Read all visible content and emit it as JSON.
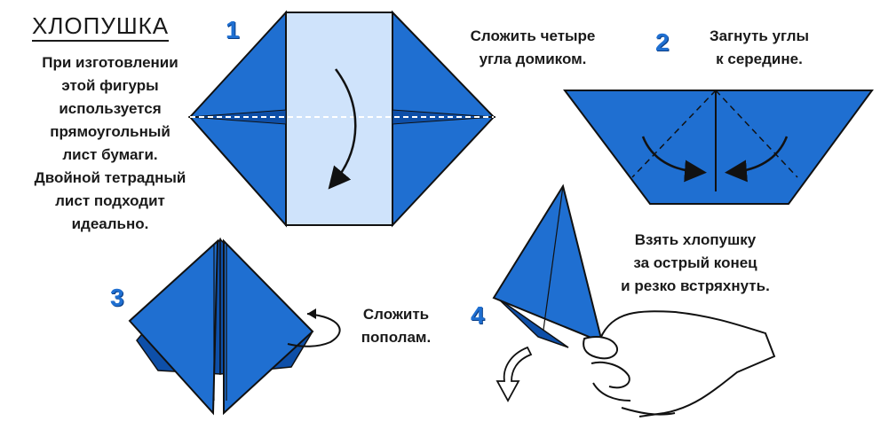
{
  "title": "ХЛОПУШКА",
  "intro_lines": [
    "При изготовлении",
    "этой фигуры",
    "используется",
    "прямоугольный",
    "лист бумаги.",
    "Двойной тетрадный",
    "лист  подходит",
    "идеально."
  ],
  "steps": [
    {
      "number": "1",
      "text_lines": [
        "Сложить четыре",
        "угла домиком."
      ]
    },
    {
      "number": "2",
      "text_lines": [
        "Загнуть углы",
        "к середине."
      ]
    },
    {
      "number": "3",
      "text_lines": [
        "Сложить",
        "пополам."
      ]
    },
    {
      "number": "4",
      "text_lines": [
        "Взять хлопушку",
        "за острый конец",
        "и резко встряхнуть."
      ]
    }
  ],
  "colors": {
    "paper_blue": "#1f6fd1",
    "paper_dark": "#0e4fa8",
    "paper_light": "#cfe3fb",
    "outline": "#111111"
  }
}
